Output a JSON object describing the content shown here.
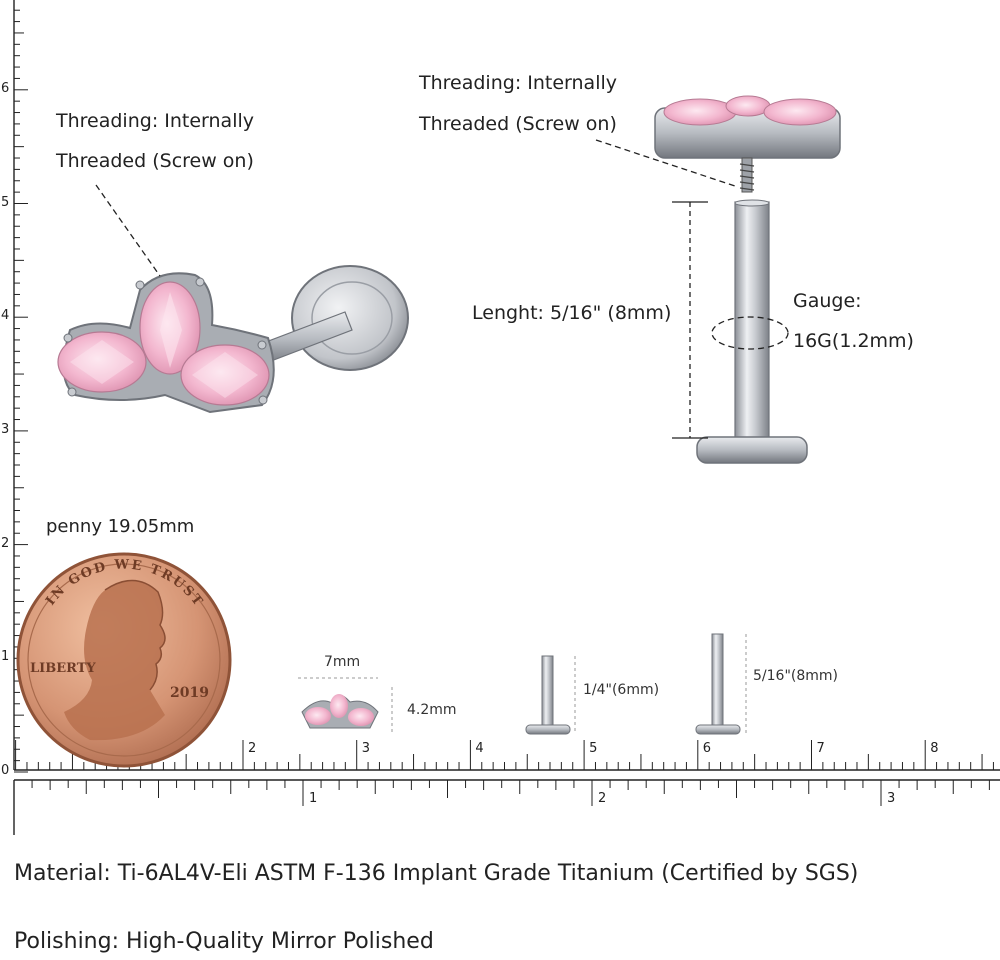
{
  "colors": {
    "gem_pink": "#f3b7cf",
    "gem_light": "#fbe1ec",
    "titanium": "#c8cbd0",
    "titanium_dark": "#8b8f96",
    "copper": "#cf8d6a",
    "ruler": "#222222"
  },
  "left_callout": {
    "line1": "Threading: Internally",
    "line2": "Threaded (Screw on)"
  },
  "right_callout": {
    "line1": "Threading: Internally",
    "line2": "Threaded (Screw on)"
  },
  "length_label": "Lenght: 5/16\" (8mm)",
  "gauge": {
    "line1": "Gauge:",
    "line2": "16G(1.2mm)"
  },
  "penny": {
    "caption": "penny 19.05mm",
    "motto": "IN GOD WE TRUST",
    "liberty": "LIBERTY",
    "year": "2019"
  },
  "mini": {
    "top_width": "7mm",
    "top_height": "4.2mm",
    "post_short": "1/4\"(6mm)",
    "post_long": "5/16\"(8mm)"
  },
  "vertical_scale": [
    "0",
    "1",
    "2",
    "3",
    "4",
    "5",
    "6"
  ],
  "top_ruler_numbers": [
    "2",
    "3",
    "4",
    "5",
    "6",
    "7",
    "8"
  ],
  "bottom_ruler_numbers": [
    "1",
    "2",
    "3"
  ],
  "material": "Material: Ti-6AL4V-Eli ASTM F-136 Implant Grade Titanium (Certified by SGS)",
  "polishing": "Polishing: High-Quality Mirror Polished"
}
